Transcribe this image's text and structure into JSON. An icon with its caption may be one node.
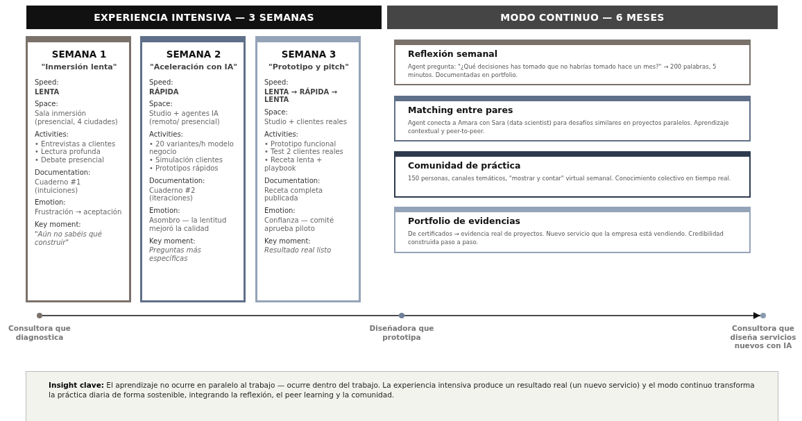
{
  "diagram": {
    "nodes": [
      {
        "text": [
          "EXPERIENCIA INTENSIVA — 3 SEMANAS"
        ]
      },
      {
        "text": [
          "MODO CONTINUO — 6 MESES"
        ]
      },
      {
        "text": [
          "SEMANA 1",
          "\"Inmersión lenta\"",
          "Speed:",
          "LENTA",
          "Space:",
          "Sala inmersión (presencial, 4 ciudades)",
          "Activities:",
          "• Entrevistas a clientes",
          "• Lectura profunda",
          "• Debate presencial",
          "Documentation:",
          "Cuaderno #1 (intuiciones)",
          "Emotion:",
          "Frustración → aceptación",
          "Key moment:",
          "\"*Aún no sabéis qué construir*\""
        ]
      },
      {
        "text": [
          "SEMANA 2",
          "\"Aceleración con IA\"",
          "Speed:",
          "RÁPIDA",
          "Space:",
          "Studio + agentes IA (remoto/ presencial)",
          "Activities:",
          "• 20 variantes/h modelo negocio",
          "• Simulación clientes",
          "• Prototipos rápidos",
          "Documentation:",
          "Cuaderno #2 (iteraciones)",
          "Emotion:",
          "Asombro — la lentitud mejoró la calidad",
          "Key moment:",
          "*Preguntas más específicas*"
        ]
      },
      {
        "text": [
          "SEMANA 3",
          "\"Prototipo y pitch\"",
          "Speed:",
          "LENTA → RÁPIDA → LENTA",
          "Space:",
          "Studio + clientes reales",
          "Activities:",
          "• Prototipo funcional",
          "• Test 2 clientes reales",
          "• Receta lenta + playbook",
          "Documentation:",
          "Receta completa publicada",
          "Emotion:",
          "Confianza — comité aprueba piloto",
          "Key moment:",
          "*Resultado real listo*"
        ]
      },
      {
        "text": [
          "Reflexión semanal",
          "Agent pregunta: \"¿Qué decisiones has tomado que no habrías tomado hace un mes?\" → 200 palabras, 5 minutos. Documentadas en portfolio."
        ]
      },
      {
        "text": [
          "Matching entre pares",
          "Agent conecta a Amara con Sara (data scientist) para desafíos similares en proyectos paralelos. Aprendizaje contextual y peer-to-peer."
        ]
      },
      {
        "text": [
          "Comunidad de práctica",
          "150 personas, canales temáticos, \"mostrar y contar\" virtual semanal. Conocimiento colectivo en tiempo real."
        ]
      },
      {
        "text": [
          "Portfolio de evidencias",
          "De certificados → evidencia real de proyectos. Nuevo servicio que la empresa está vendiendo. Credibilidad construida paso a paso."
        ]
      },
      {
        "text": [],
        "shape": "circle",
        "beside": [
          "Consultora que diagnostica"
        ]
      },
      {
        "text": [],
        "shape": "circle",
        "beside": [
          "Diseñadora que prototipa"
        ]
      },
      {
        "text": [],
        "shape": "circle",
        "beside": [
          "Consultora que diseña servicios nuevos con IA"
        ]
      },
      {
        "text": [
          "**Insight clave:** El aprendizaje no ocurre en paralelo al trabajo — ocurre dentro del trabajo. La experiencia intensiva produce un resultado real (un nuevo servicio) y el modo continuo transforma la práctica diaria de forma sostenible, integrando la reflexión, el peer learning y la comunidad."
        ]
      }
    ],
    "edges": [
      {
        "from": 9,
        "to": 10,
        "arrow": "none"
      },
      {
        "from": 10,
        "to": 11,
        "arrow": "to"
      }
    ]
  }
}
